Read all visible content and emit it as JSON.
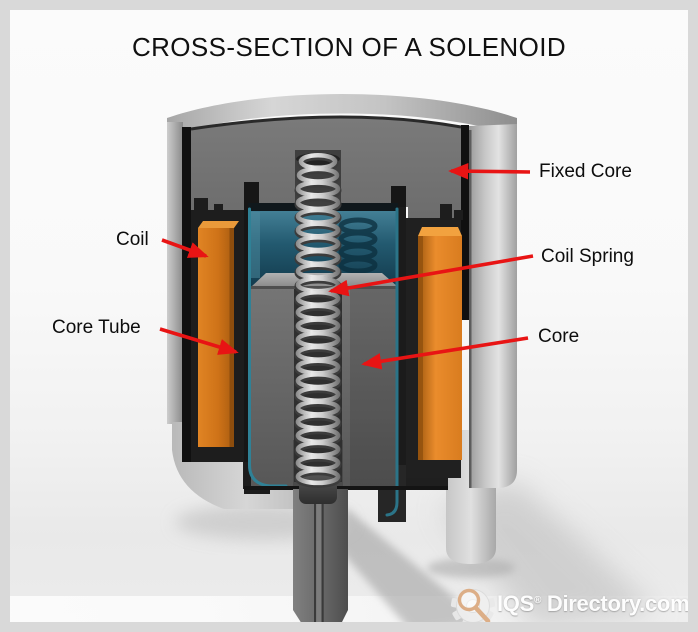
{
  "title": "CROSS-SECTION OF A SOLENOID",
  "labels": {
    "fixed_core": "Fixed Core",
    "coil": "Coil",
    "coil_spring": "Coil Spring",
    "core_tube": "Core Tube",
    "core": "Core"
  },
  "watermark": {
    "brand": "IQS",
    "registered": "®",
    "domain": "Directory.com"
  },
  "colors": {
    "arrow_red": "#e81414",
    "coil_orange": "#d4751b",
    "tube_teal": "#2f8196",
    "chamber_teal": "#235a70",
    "shell_gray": "#c0c0c0",
    "core_gray": "#6e6e6e"
  }
}
